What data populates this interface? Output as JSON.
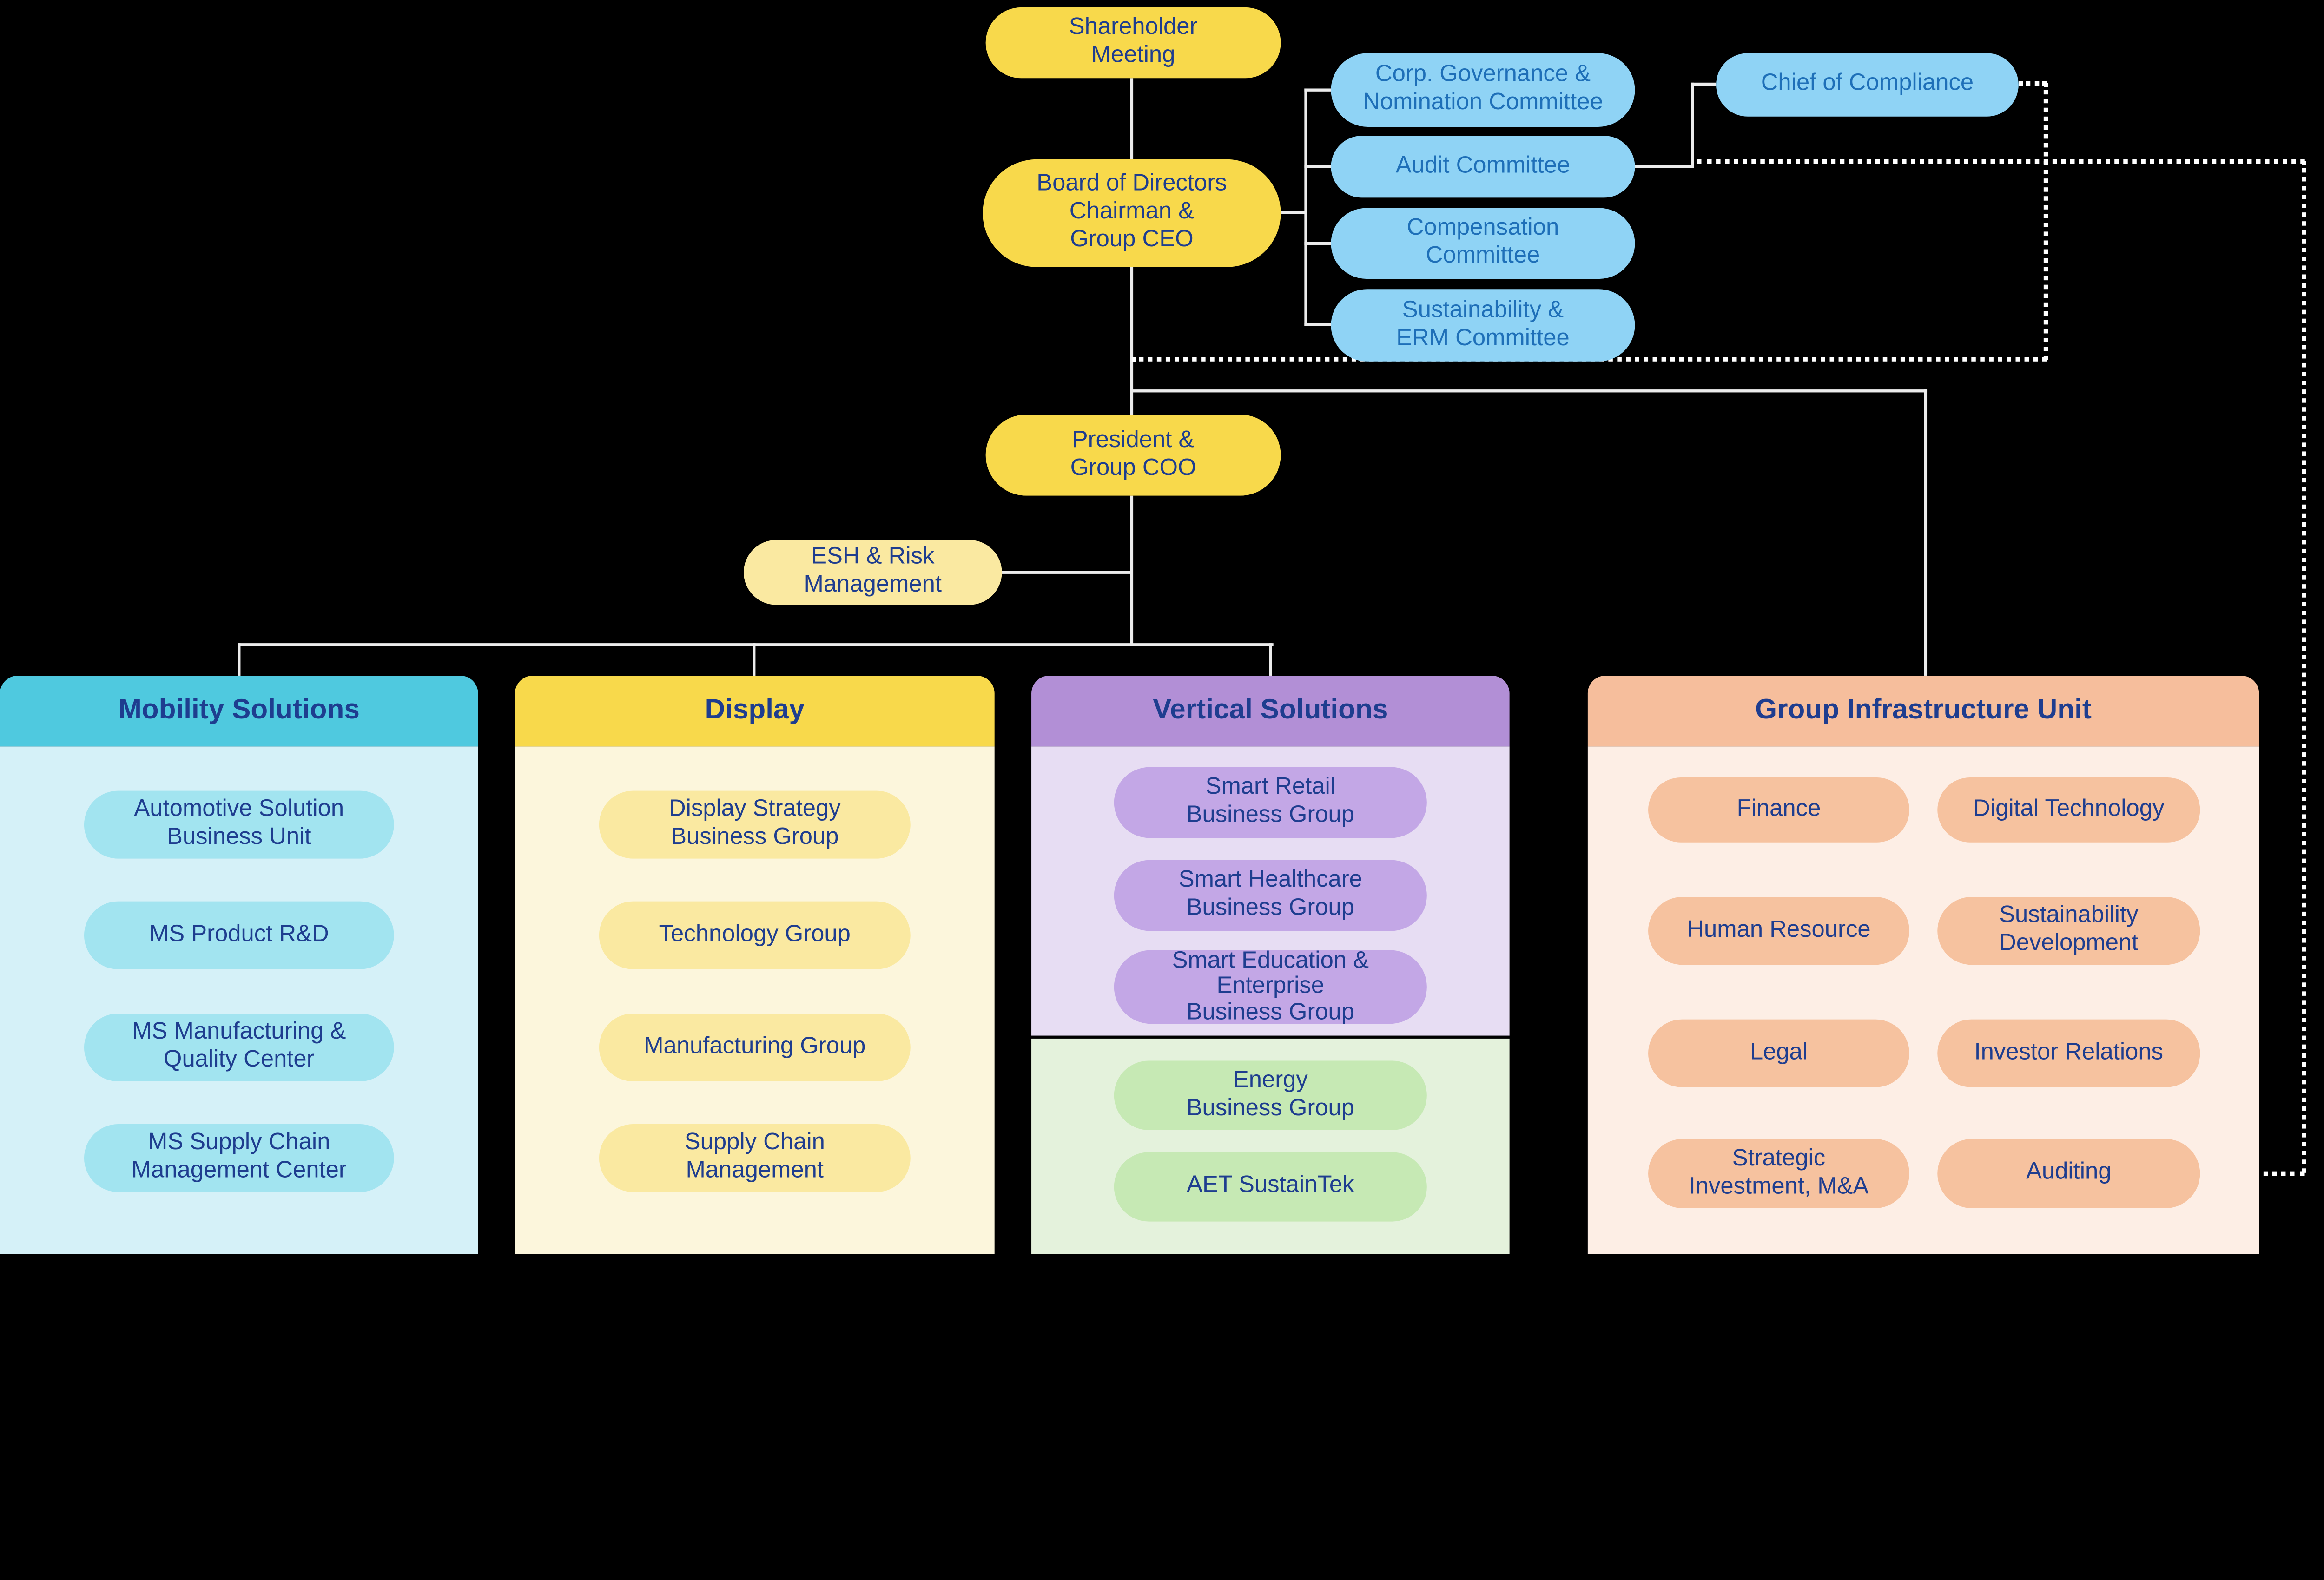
{
  "governance": {
    "shareholder_meeting": "Shareholder\nMeeting",
    "board": "Board of Directors\nChairman &\nGroup CEO",
    "president": "President &\nGroup COO",
    "esh_risk": "ESH & Risk\nManagement",
    "chief_of_compliance": "Chief of Compliance",
    "committees": [
      "Corp. Governance &\nNomination Committee",
      "Audit Committee",
      "Compensation\nCommittee",
      "Sustainability &\nERM Committee"
    ]
  },
  "departments": [
    {
      "title": "Mobility Solutions",
      "units": [
        "Automotive Solution\nBusiness Unit",
        "MS Product R&D",
        "MS Manufacturing &\nQuality Center",
        "MS Supply Chain\nManagement Center"
      ]
    },
    {
      "title": "Display",
      "units": [
        "Display Strategy\nBusiness Group",
        "Technology Group",
        "Manufacturing Group",
        "Supply Chain\nManagement"
      ]
    },
    {
      "title": "Vertical Solutions",
      "units": [
        "Smart Retail\nBusiness Group",
        "Smart Healthcare\nBusiness Group",
        "Smart Education &\nEnterprise\nBusiness Group"
      ],
      "energy_units": [
        "Energy\nBusiness Group",
        "AET SustainTek"
      ]
    },
    {
      "title": "Group Infrastructure Unit",
      "units": [
        "Finance",
        "Digital Technology",
        "Human Resource",
        "Sustainability\nDevelopment",
        "Legal",
        "Investor Relations",
        "Strategic\nInvestment, M&A",
        "Auditing"
      ]
    }
  ],
  "colors": {
    "yellow": "#F8D94B",
    "pale_yellow": "#FAE9A1",
    "light_blue": "#8FD3F5",
    "cyan_header": "#4FC9DF",
    "cyan_body": "#D5F1F8",
    "cyan_pill": "#A2E4F0",
    "yellow_body": "#FCF6DC",
    "purple_header": "#B28FD6",
    "purple_body": "#E7DDF3",
    "purple_pill": "#C3A7E6",
    "green_body": "#E4F2DC",
    "green_pill": "#C6E9B4",
    "peach_header": "#F6BE9C",
    "peach_body": "#FDEEE5",
    "peach_pill": "#F6C29F",
    "navy_text": "#1E3D8F",
    "blue_text": "#1E6FB8",
    "line": "#ECECEC",
    "dot": "#FFFFFF"
  }
}
